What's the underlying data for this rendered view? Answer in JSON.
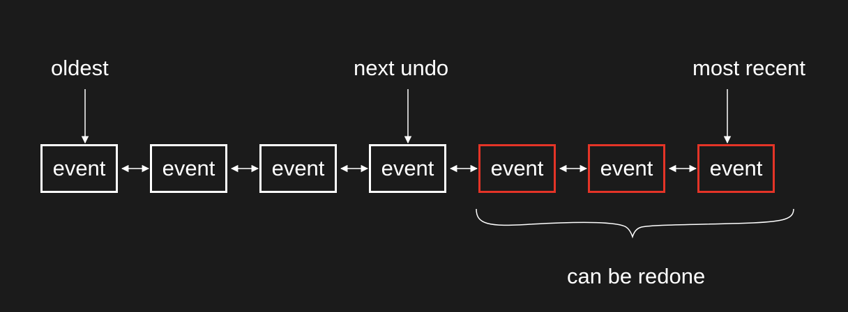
{
  "labels": {
    "oldest": "oldest",
    "next_undo": "next undo",
    "most_recent": "most recent",
    "redo_group": "can be redone"
  },
  "events": [
    {
      "label": "event",
      "state": "undoable"
    },
    {
      "label": "event",
      "state": "undoable"
    },
    {
      "label": "event",
      "state": "undoable"
    },
    {
      "label": "event",
      "state": "undoable"
    },
    {
      "label": "event",
      "state": "redoable"
    },
    {
      "label": "event",
      "state": "redoable"
    },
    {
      "label": "event",
      "state": "redoable"
    }
  ],
  "colors": {
    "background": "#1b1b1b",
    "undoable": "#ffffff",
    "redoable": "#e53427",
    "text": "#ffffff"
  }
}
